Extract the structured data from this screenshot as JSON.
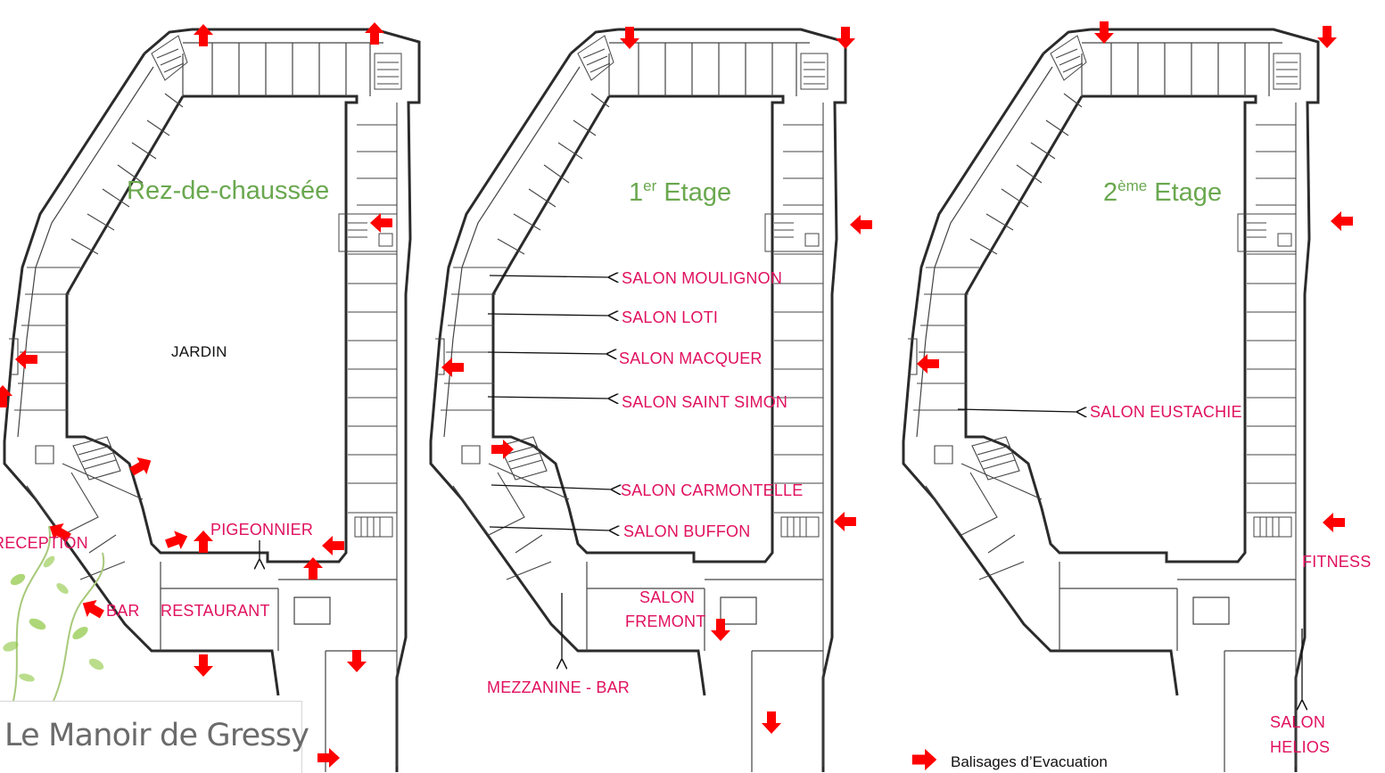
{
  "floors": {
    "ground": {
      "title": "Rez-de-chaussée"
    },
    "first": {
      "title_num": "1",
      "title_sup": "er",
      "title_word": "Etage"
    },
    "second": {
      "title_num": "2",
      "title_sup": "ème",
      "title_word": "Etage"
    }
  },
  "labels": {
    "jardin": "JARDIN",
    "reception": "RECEPTION",
    "pigeonnier": "PIGEONNIER",
    "bar": "BAR",
    "restaurant": "RESTAURANT",
    "salon_moulignon": "SALON MOULIGNON",
    "salon_loti": "SALON LOTI",
    "salon_macquer": "SALON MACQUER",
    "salon_saint_simon": "SALON SAINT SIMON",
    "salon_carmontelle": "SALON CARMONTELLE",
    "salon_buffon": "SALON BUFFON",
    "salon_fremont_1": "SALON",
    "salon_fremont_2": "FREMONT",
    "mezzanine_bar": "MEZZANINE - BAR",
    "salon_eustachie": "SALON EUSTACHIE",
    "fitness": "FITNESS",
    "salon_helios_1": "SALON",
    "salon_helios_2": "HELIOS"
  },
  "logo": {
    "text": "Le Manoir de Gressy"
  },
  "legend": {
    "label": "Balisages d’Evacuation"
  },
  "colors": {
    "title_green": "#6aa84f",
    "label_pink": "#e0115f",
    "arrow_red": "#ff0000",
    "wall": "#2b2b2b",
    "logo_gray": "#6b6b6b",
    "leaf_green": "#8cc63f"
  },
  "icons": {
    "evacuation_marker": "red-arrow-icon",
    "pointer": "thin-black-arrow-icon",
    "decoration": "leafy-vine-icon"
  }
}
